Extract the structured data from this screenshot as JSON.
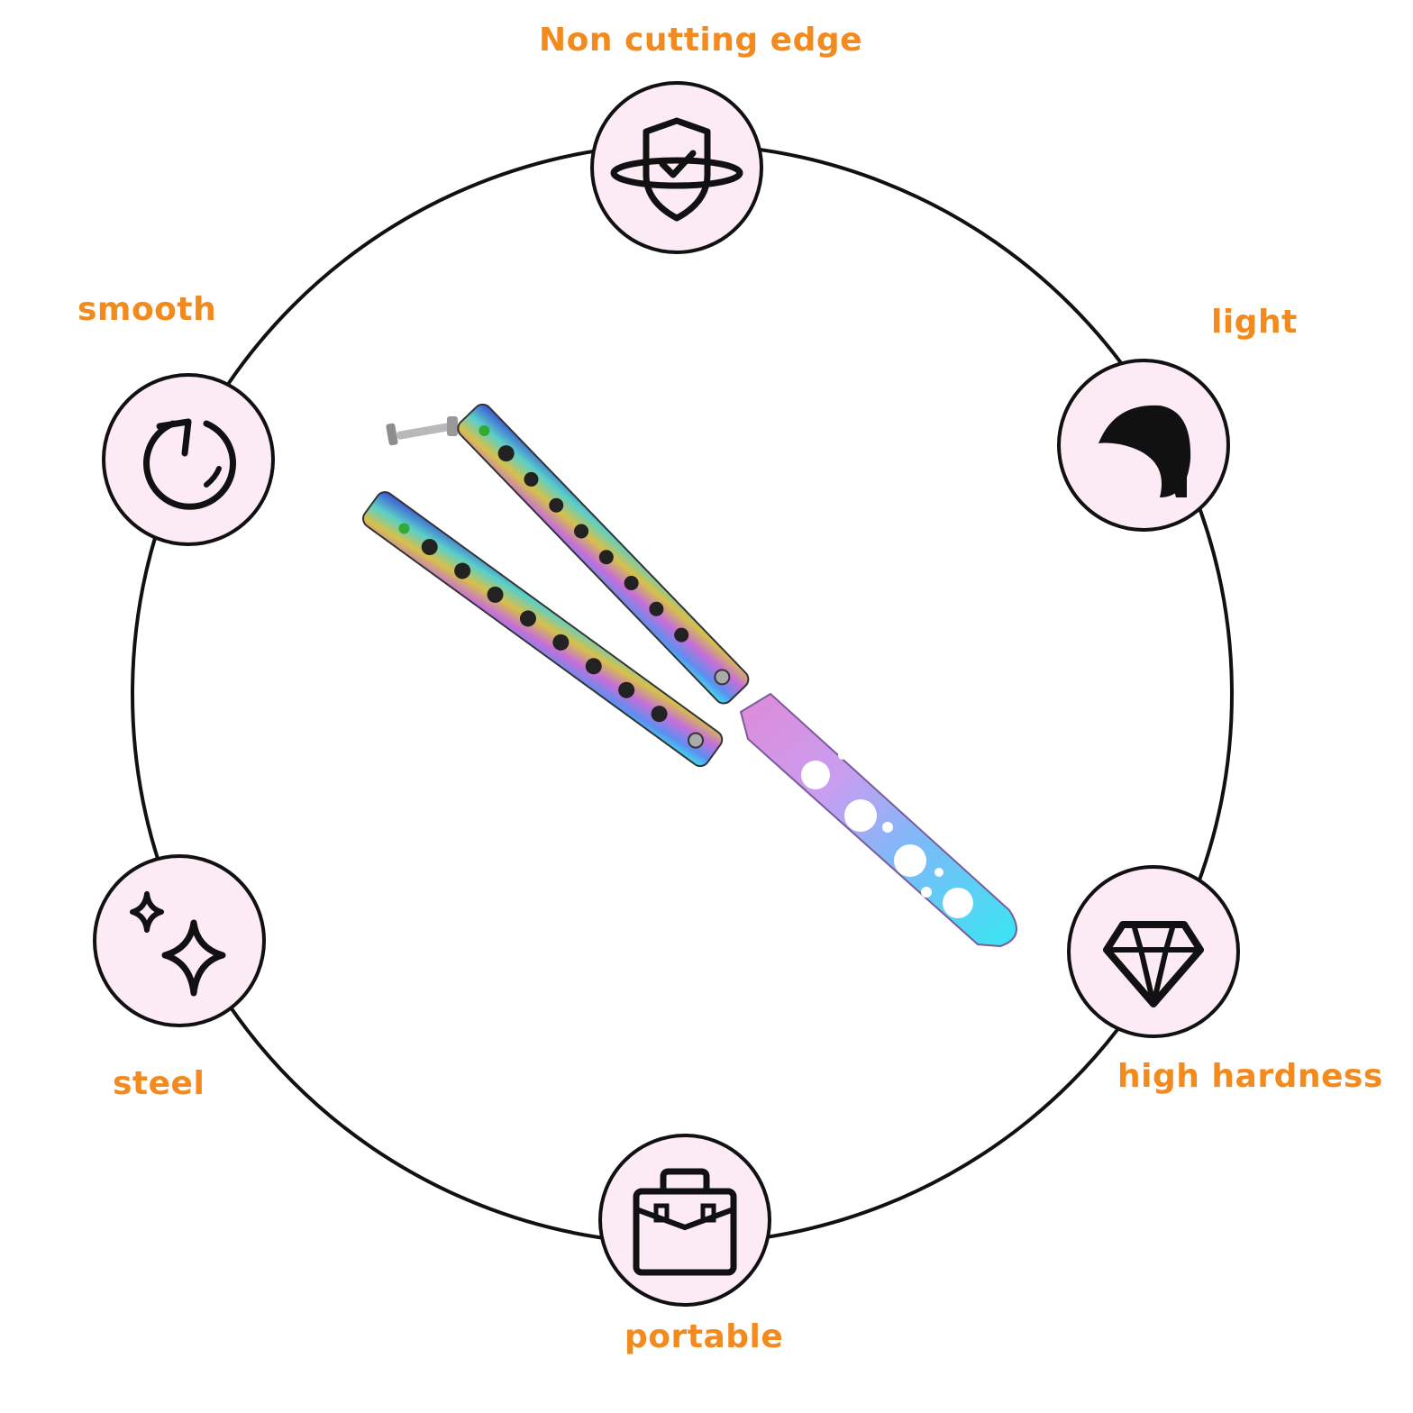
{
  "features": {
    "top": "Non cutting edge",
    "upper_left": "smooth",
    "upper_right": "light",
    "lower_left": "steel",
    "lower_right": "high hardness",
    "bottom": "portable"
  },
  "icons": [
    "shield-check-icon",
    "refresh-icon",
    "leaf-icon",
    "sparkle-icon",
    "diamond-icon",
    "briefcase-icon"
  ],
  "colors": {
    "label": "#f28a1e",
    "badge_fill": "#fcebf4",
    "ring": "#111111"
  }
}
